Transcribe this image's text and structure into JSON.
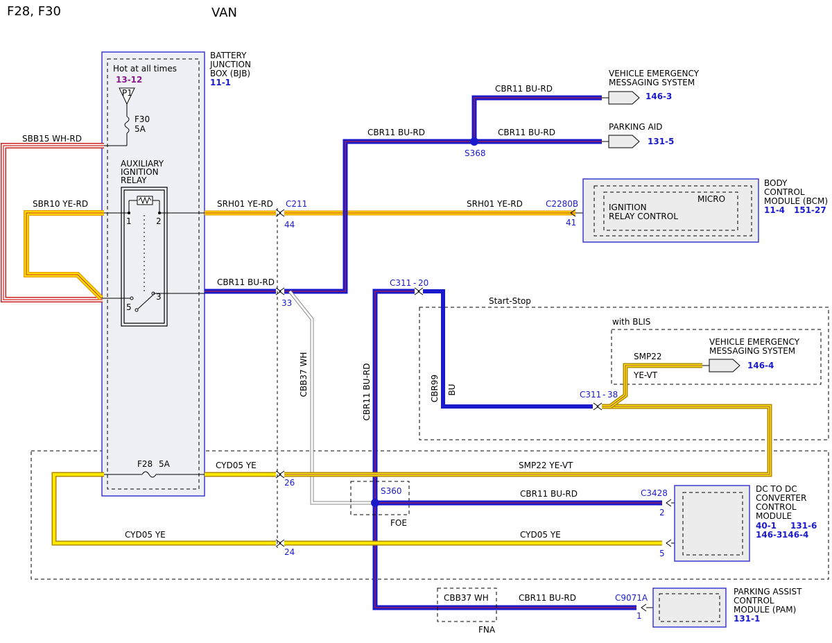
{
  "header": {
    "models": "F28, F30",
    "variant": "VAN"
  },
  "colors": {
    "blue": "#1a1acc",
    "red": "#cc2222",
    "yellow": "#ffe800",
    "orange": "#e8a000",
    "purple": "#8b1a8b",
    "box_blue": "#3a3ad0",
    "module_fill": "#ececec"
  },
  "bjb": {
    "title": [
      "BATTERY",
      "JUNCTION",
      "BOX (BJB)"
    ],
    "ref": "11-1",
    "hot_label": "Hot at all times",
    "hot_ref": "13-12",
    "pin": "P1",
    "fuse_f30": "F30",
    "fuse_f30_amps": "5A",
    "relay_title": [
      "AUXILIARY",
      "IGNITION",
      "RELAY"
    ],
    "relay_pins": [
      "1",
      "2",
      "5",
      "3"
    ],
    "fuse_f28": "F28",
    "fuse_f28_amps": "5A"
  },
  "wires": {
    "sbb15": "SBB15  WH-RD",
    "sbr10": "SBR10  YE-RD",
    "srh01_left": "SRH01  YE-RD",
    "srh01_right": "SRH01  YE-RD",
    "cbr11_left": "CBR11  BU-RD",
    "cbr11_up": "CBR11  BU-RD",
    "cbr11_top": "CBR11  BU-RD",
    "cbr11_park": "CBR11  BU-RD",
    "cbr11_vert": "CBR11  BU-RD",
    "cbb37": "CBB37  WH",
    "cbr99": "CBR99",
    "bu": "BU",
    "smp22": "SMP22",
    "ye_vt": "YE-VT",
    "smp22_long": "SMP22  YE-VT",
    "cyd05_top": "CYD05  YE",
    "cyd05_bottom_left": "CYD05  YE",
    "cyd05_bottom_right": "CYD05  YE",
    "cbr11_dcdc": "CBR11  BU-RD",
    "cbr11_pam": "CBR11  BU-RD",
    "cbb37_fna": "CBB37  WH"
  },
  "connectors": {
    "c211": "C211",
    "c211_44": "44",
    "c211_33": "33",
    "c211_26": "26",
    "c211_24": "24",
    "c2280b": "C2280B",
    "c2280b_41": "41",
    "c311_20": "C311",
    "c311_20_pin": "20",
    "c311_38": "C311",
    "c311_38_pin": "38",
    "c3428": "C3428",
    "c3428_2": "2",
    "c3428_5": "5",
    "c9071a": "C9071A",
    "c9071a_1": "1"
  },
  "splices": {
    "s368": "S368",
    "s360": "S360",
    "foe": "FOE",
    "fna": "FNA"
  },
  "modules": {
    "vems_top": {
      "title": [
        "VEHICLE EMERGENCY",
        "MESSAGING SYSTEM"
      ],
      "ref": "146-3"
    },
    "parking_aid": {
      "title": [
        "PARKING AID"
      ],
      "ref": "131-5"
    },
    "bcm": {
      "title": [
        "BODY",
        "CONTROL",
        "MODULE (BCM)"
      ],
      "ref1": "11-4",
      "ref2": "151-27",
      "micro": "MICRO",
      "inner": [
        "IGNITION",
        "RELAY CONTROL"
      ]
    },
    "vems_blis": {
      "title": [
        "VEHICLE EMERGENCY",
        "MESSAGING SYSTEM"
      ],
      "ref": "146-4"
    },
    "dcdc": {
      "title": [
        "DC TO DC",
        "CONVERTER",
        "CONTROL",
        "MODULE"
      ],
      "refs1": [
        "40-1",
        "131-6"
      ],
      "refs2": [
        "146-3",
        "146-4"
      ]
    },
    "pam": {
      "title": [
        "PARKING ASSIST",
        "CONTROL",
        "MODULE (PAM)"
      ],
      "ref": "131-1"
    }
  },
  "regions": {
    "start_stop": "Start-Stop",
    "with_blis": "with BLIS"
  }
}
